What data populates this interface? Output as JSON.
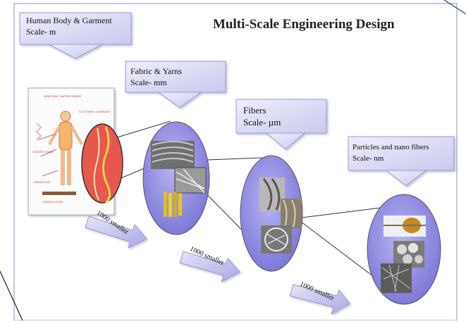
{
  "title": "Multi-Scale Engineering Design",
  "boxes": [
    {
      "name": "Human Body & Garment",
      "scale": "Scale- m"
    },
    {
      "name": "Fabric & Yarns",
      "scale": "Scale- mm"
    },
    {
      "name": "Fibers",
      "scale": "Scale- µm"
    },
    {
      "name": "Particles and nano fibers",
      "scale": "Scale- nm"
    }
  ],
  "arrows": [
    "1000 smaller",
    "1000 smaller",
    "1000 smaller"
  ],
  "figure_labels": {
    "top": "HEAT/WAT VAPOR-SWEAT",
    "comfort": "CLOTHING COMFORT",
    "convection": "CONVECTION",
    "radiation": "RADIATION",
    "conduction": "CONDUCTION"
  },
  "colors": {
    "box_fill": "#dcdcf4",
    "box_border": "#9a9ad0",
    "ellipse_fill": "#8c88e0",
    "arrow_fill": "#c6c6ee"
  }
}
